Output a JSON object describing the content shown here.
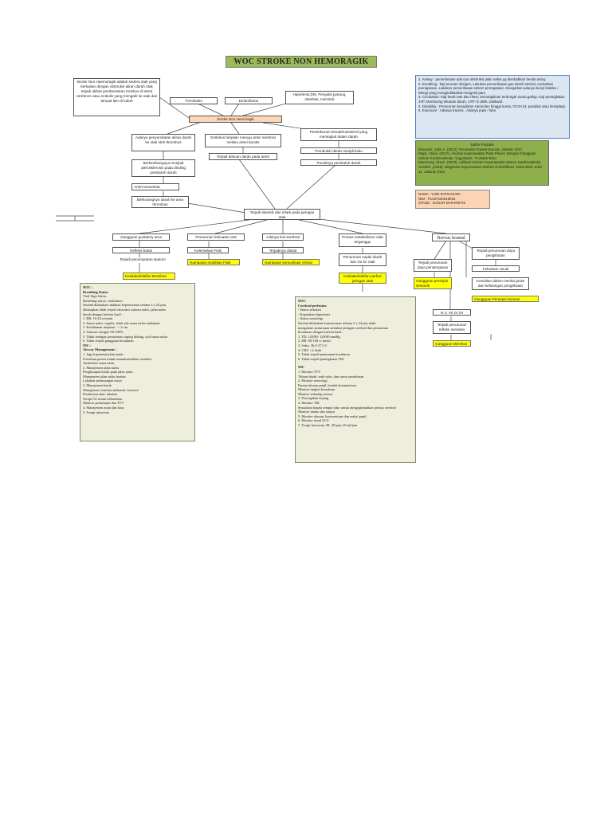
{
  "title": "WOC STROKE NON HEMORAGIK",
  "definition": "Stroke Non Haemoragik adalah  sedera otak yang berkaitan dengan  obstruksi aliran darah otak terjadi akibat pembentukan trombus di arteri cerebrum atau embolis yang mengalir ke otak dan tempat lain di tubuh",
  "causes": {
    "trombosis": "Trombosis",
    "emboli": "Emboli/ama",
    "risk": "Hipertensi,DM, Penyakit jantung, obesitas, merokok"
  },
  "center": "Stroke Non Hemoragik",
  "left_chain": [
    "Adanya penyumbatan aliran darah ke otak oleh thrombus",
    "Berkembangnya menjadi aterosklerosis pada dinding pembuluh darah",
    "Arteri tersumbat",
    "Berkurangnya darah ke area thrombus"
  ],
  "middle_chain": [
    "Embolus berjalan menuju arteri serebral melalui arteri karotis",
    "Terjadi bekuan darah pada arteri"
  ],
  "right_chain": [
    "Penimbunan lemak/Kolesterol yang meningkat dalam darah",
    "Pembuluh darah menjdi kaku",
    "Pecahnya pembuluh darah"
  ],
  "ischemia": "Terjadi iskemik dan infark pada jaringan otak",
  "branches": {
    "gustatory": [
      "Gangguan gustatory area",
      "Refleks batuk",
      "Terjadi penumpukan sputum"
    ],
    "gustatory_dx": "Ketidakefektifan Bersihan Jalan Nafas",
    "motor": [
      "Penurunan kekuatan otot",
      "Kelemahan Fisik"
    ],
    "motor_dx": "Hambatan mobilitas Fisik",
    "lesion": [
      "Adanya lesi serebral",
      "Terjadinya afasia"
    ],
    "lesion_dx": "Hambatan komunikasi Verbal",
    "metabolism": [
      "Proses metabolisme otak terganggu",
      "Penurunan suplai darah dan O2 ke otak"
    ],
    "metabolism_dx": "Ketidakefektifan perfusi jaringan otak",
    "cranial": "Nervus kranial",
    "cranial_sub": [
      "Terjadi penurunan daya pendengaran",
      "Terjadi penurunan daya penglihatan",
      "Kebutaan visual",
      "Kesulitan dalam menilai jarak dan kehilangan penglihatan",
      "N.V, VII,IX,XII",
      "Terjadi penurunan refleks menelan"
    ],
    "cranial_dx": [
      "Gangguan persepsi sensorik pendengaran",
      "Gangguan Persepsi Sensori Penglihatan",
      "Gangguan Menelan"
    ]
  },
  "primary_survey": [
    "1. Airway : pemeriksaan ada nya obstruksi jalan nafas yg disebabkan benda  asing",
    "2. breathing : kaji turunan oksigen, Lakukan pemeriksaan gas darah arterial, Auskultasi pernapasan, Lakukan pemeriksaan sistem pernapasan, Dengarkan adanya bunyi krakles / Mengi yang mengindikasikan kongesti paru",
    "3. Circulation: Kaji heart rate dan ritme, kemungkinan terdengar suara gallop, Kaji peningkatan JVP, Monitoring tekanan darah,  CRT<2  detik, takikardi.",
    "4. Disability :  Penurunan kesadaran samnolen hingga koma, GCS<13, paralisis atau hemiplegi.",
    "5. Exposure : Adanya trauma , Adanya jejas / luka"
  ],
  "references": {
    "heading": "Daftar Pustaka",
    "items": [
      "Bosevick, John A. (2013). Perawatan Gawat Darurat. Jakarta: EGC",
      "Majid, Abdul. (2017). Asuhan Keperawatan Pada Pasien Dengan Gangguan Sistem Kardiovaskular. Yogyakarta : Pustaka Baru",
      "Manurung, Nixon. (2018). Aplikasi Asuhan Keperawatan Sistem Kardiovaskuler.",
      "NANDA. (2018). Diagnosis Keperawatan Definisi & Klasifikasi. 2018 2020, Edisi 11. Jakarta: ECG"
    ]
  },
  "identity": [
    "NAMA : YUNI RATNASARI",
    "NIM : P1337420919034",
    "STASE : GADAR DAN KRITIS"
  ],
  "noc_breathing": [
    "NOC :",
    "Breathing  Status",
    "Vital Sign Status",
    "Breathing status: ventilation",
    "Setelah dilakukan tindakan keperawatan selama 3 x 24 jam,",
    "diharapkan tidak terjadi obstruksi saluran nafas, jalan nafas",
    "bersih dengan kriteria hasil :",
    "1. RR: 16-24 x/menit",
    "2. Irama nafas: reguler, tidak ada suara nafas tambahan",
    "3. Kedalaman inspirasi : < 2 cm",
    "4. Saturasi oksigen 96-100%",
    "5. Tidak terdapat pernafasan cuping hidung, otot bantu nafas",
    "6. Tidak terjadi gangguan kesadaran",
    "NIC :",
    "Airway Management :",
    "1. Jaga kepatenan jalan nafas",
    "Posisikan pasien untuk memaksimalkan ventilasi",
    "Auskultasi suara nafas",
    "2. Manajemen jalan nafas",
    "Penghisapan lendir pada jalan nafas",
    "Manajemen jalan nafas buatan",
    "Lakukan pemasangan mayo",
    "3. Manajemen batuk",
    "Manajemen ventilasi mekanik: invasive",
    "Pemberian obat: inhalasi",
    "Terapi O2 sesuai kebutuhan",
    "Monitor pernafasan dan TTV",
    "4. Manajemen asam dan basa",
    "5. Terapi intravena"
  ],
  "noc_cerebral": [
    "NOC",
    "Cerebral perfusion",
    "- Status sirkulasi",
    "- Kepatuhan hipertensi",
    "- Status neurologi",
    "Setelah dilakukan keperawatan selama 3 x 24 jam tidak",
    "mengalami penurunan sirkulasi jaringan cerebral dan penurunan",
    "kesadaran dengan kriteria hasil :",
    "1. TD: 120/80- 140/90 mmHg",
    "2. HR: 60-100 x/ menit",
    "3. Suhu: 36,5-37,5 C",
    "4. CRT: <2 detik",
    "5. Tidak terjadi penurunan kesadaran",
    "6. Tidak terjadi peningkatan TIK",
    "",
    "NIC",
    "1. Monitor TTV",
    "  Tekana darah, nadi suhu, dan status pernafasan",
    "2. Monitor neurologi",
    "  Pantau ukuran pupil, bentuk kesimetrisan",
    "  Monitor tingkat kesadaran",
    "  Monitor terhadap tremor",
    "3. Pencegahan kejang",
    "4. Monitor TIK",
    "Sesuaikan kepala tempat tidur untuk mengoptimalkan perfusi serebral",
    "Monitor intake dan output",
    "5. Monitor ukuran, kesimetrisan dan reaksi pupil.",
    "6. Monitor trend GCS",
    "7. Terapi intravena: RL 20 tpm, 60 ml/jam"
  ],
  "colors": {
    "title_bg": "#9bbb59",
    "center_bg": "#fcd5b4",
    "survey_bg": "#dce6f2",
    "survey_border": "#4f81bd",
    "ref_bg": "#8db04a",
    "id_bg": "#fbd4b4",
    "noc_bg": "#eeeedd",
    "dx_bg": "#ffff00"
  }
}
